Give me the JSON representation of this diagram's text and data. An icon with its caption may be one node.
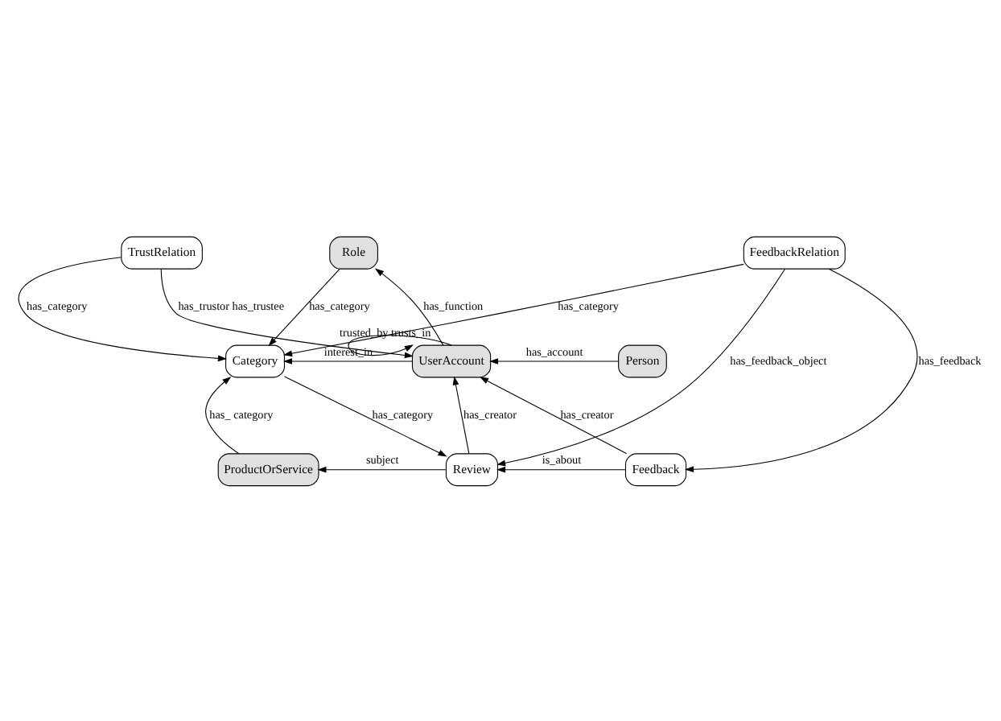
{
  "diagram": {
    "nodes": [
      {
        "text": [
          "TrustRelation"
        ]
      },
      {
        "text": [
          "Role"
        ]
      },
      {
        "text": [
          "Category"
        ]
      },
      {
        "text": [
          "UserAccount"
        ]
      },
      {
        "text": [
          "Person"
        ]
      },
      {
        "text": [
          "ProductOrService"
        ]
      },
      {
        "text": [
          "Review"
        ]
      },
      {
        "text": [
          "Feedback"
        ]
      },
      {
        "text": [
          "FeedbackRelation"
        ]
      }
    ],
    "edges": [
      {
        "from": 1,
        "to": 2,
        "arrow": "to",
        "label": "has_category"
      },
      {
        "from": 0,
        "to": 2,
        "arrow": "to",
        "label": "has_category"
      },
      {
        "from": 0,
        "to": 3,
        "arrow": "to",
        "label": "has_trustor has_trustee"
      },
      {
        "from": 3,
        "to": 1,
        "arrow": "to",
        "label": "has_function"
      },
      {
        "from": 3,
        "to": 3,
        "arrow": "to",
        "label": "trusted_by trusts_in"
      },
      {
        "from": 3,
        "to": 2,
        "arrow": "to",
        "label": "interest_in"
      },
      {
        "from": 4,
        "to": 3,
        "arrow": "to",
        "label": "has_account"
      },
      {
        "from": 5,
        "to": 2,
        "arrow": "to",
        "label": "has_ category"
      },
      {
        "from": 2,
        "to": 6,
        "arrow": "to",
        "label": "has_category"
      },
      {
        "from": 6,
        "to": 3,
        "arrow": "to",
        "label": "has_creator"
      },
      {
        "from": 7,
        "to": 3,
        "arrow": "to",
        "label": "has_creator"
      },
      {
        "from": 6,
        "to": 5,
        "arrow": "to",
        "label": "subject"
      },
      {
        "from": 7,
        "to": 6,
        "arrow": "to",
        "label": "is_about"
      },
      {
        "from": 8,
        "to": 6,
        "arrow": "to",
        "label": "has_feedback_object"
      },
      {
        "from": 8,
        "to": 2,
        "arrow": "to",
        "label": "has_category"
      },
      {
        "from": 8,
        "to": 7,
        "arrow": "to",
        "label": "has_feedback"
      }
    ]
  }
}
